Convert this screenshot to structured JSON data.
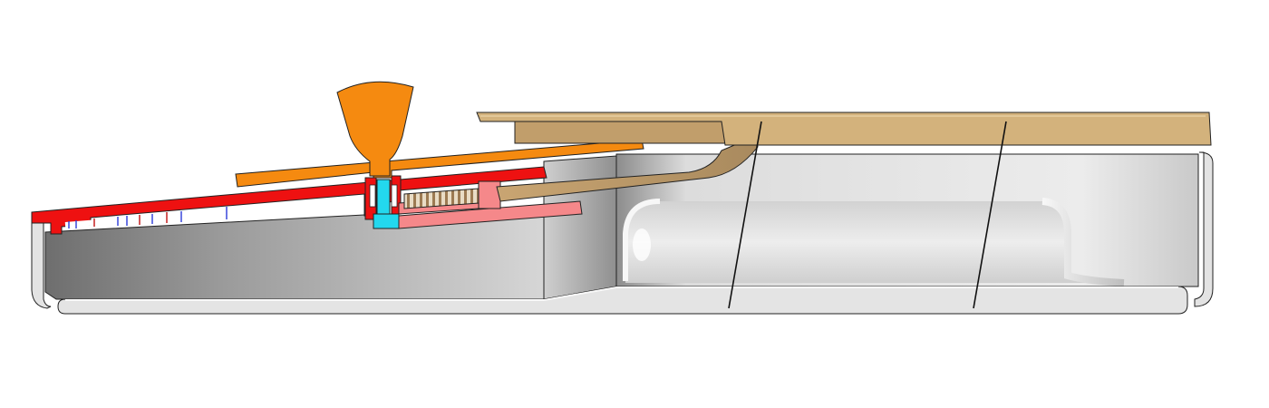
{
  "figure": {
    "type": "mechanical cross-section render",
    "labels_shown": false,
    "colors": {
      "background": "#ffffff",
      "housing_light": "#e3e3e3",
      "housing_dark": "#6e6e6e",
      "outline": "#222222",
      "red_part": "#ee1111",
      "orange_part": "#f58a10",
      "tan_part": "#d3b27c",
      "tan_part_dark": "#b3925c",
      "pink_part": "#f5888a",
      "cyan_part": "#23d8ee",
      "spring": "#9c7a52",
      "tube_inner": "#d4d4d4"
    },
    "parts": [
      "housing-tray",
      "bottom-base-plate",
      "inner-raised-cavity",
      "red-slanted-plate",
      "orange-knob",
      "orange-lever-plate",
      "tan-top-cover",
      "tan-angled-arm",
      "pink-slider",
      "compression-spring",
      "cyan-bushing",
      "leader-lines"
    ]
  }
}
